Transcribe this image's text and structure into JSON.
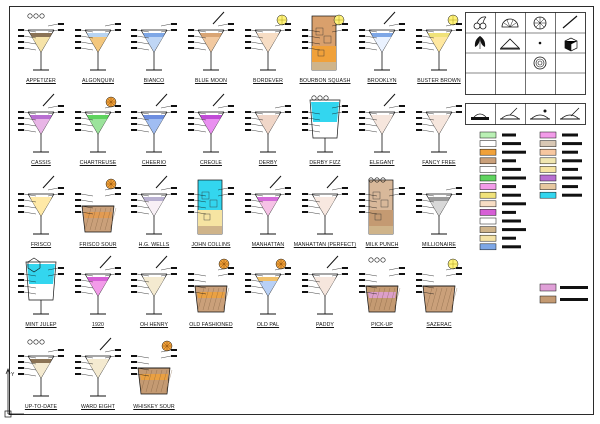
{
  "drinks": [
    {
      "name": "APPETIZER",
      "type": "martini",
      "liquid": "#f6e3a8",
      "top": "#8b7355",
      "garnish": "berries"
    },
    {
      "name": "ALGONQUIN",
      "type": "martini",
      "liquid": "#f3c77d",
      "top": "#b8d4f1",
      "garnish": "none"
    },
    {
      "name": "BIANCO",
      "type": "martini",
      "liquid": "#bfd6f5",
      "top": "#7ea7e6",
      "garnish": "none"
    },
    {
      "name": "BLUE MOON",
      "type": "martini",
      "liquid": "#f2c9a0",
      "top": "#d9a575",
      "garnish": "straw"
    },
    {
      "name": "BORDEVER",
      "type": "martini",
      "liquid": "#f7ddc4",
      "top": "#f7ddc4",
      "garnish": "lemon"
    },
    {
      "name": "BOURBON SQUASH",
      "type": "collins",
      "liquid": "#d9a06c",
      "top": "#f0a13a",
      "garnish": "lemon"
    },
    {
      "name": "BROOKLYN",
      "type": "martini",
      "liquid": "#eaf2ff",
      "top": "#7ea7e6",
      "garnish": "straw"
    },
    {
      "name": "BUSTER BROWN",
      "type": "martini",
      "liquid": "#ffe8a0",
      "top": "#f0e27a",
      "garnish": "lemon"
    },
    {
      "name": "CASSIS",
      "type": "martini",
      "liquid": "#e8b5e6",
      "top": "#b86fd1",
      "garnish": "straw"
    },
    {
      "name": "CHARTREUSE",
      "type": "martini",
      "liquid": "#9be39b",
      "top": "#5fd35f",
      "garnish": "orange"
    },
    {
      "name": "CHEERIO",
      "type": "martini",
      "liquid": "#a0bdf2",
      "top": "#6d8ee0",
      "garnish": "straw"
    },
    {
      "name": "CREOLE",
      "type": "martini",
      "liquid": "#e98ff0",
      "top": "#c04bd6",
      "garnish": "straw"
    },
    {
      "name": "DERBY",
      "type": "martini",
      "liquid": "#f0d6c8",
      "top": "#f0d6c8",
      "garnish": "none"
    },
    {
      "name": "DERBY FIZZ",
      "type": "highball",
      "liquid": "#33d6ef",
      "top": "#33d6ef",
      "garnish": "berries"
    },
    {
      "name": "ELEGANT",
      "type": "martini",
      "liquid": "#f6e6dd",
      "top": "#f6e6dd",
      "garnish": "straw"
    },
    {
      "name": "FANCY FREE",
      "type": "martini",
      "liquid": "#f6e6dd",
      "top": "#f6e6dd",
      "garnish": "none"
    },
    {
      "name": "FRISCO",
      "type": "martini",
      "liquid": "#ffe9a6",
      "top": "#ffe9a6",
      "garnish": "straw"
    },
    {
      "name": "FRISCO SOUR",
      "type": "rocks",
      "liquid": "#caa07a",
      "top": "#e59a4c",
      "garnish": "orange"
    },
    {
      "name": "H.G. WELLS",
      "type": "martini",
      "liquid": "#f8f0f6",
      "top": "#b8b0d0",
      "garnish": "straw"
    },
    {
      "name": "JOHN COLLINS",
      "type": "collins",
      "liquid": "#33d6ef",
      "top": "#f6e4a2",
      "garnish": "none"
    },
    {
      "name": "MANHATTAN",
      "type": "martini",
      "liquid": "#f6c2e6",
      "top": "#d46bd9",
      "garnish": "straw"
    },
    {
      "name": "MANHATTAN (PERFECT)",
      "type": "martini",
      "liquid": "#f8e8e0",
      "top": "#f8e8e0",
      "garnish": "straw"
    },
    {
      "name": "MILK PUNCH",
      "type": "collins",
      "liquid": "#d8b89a",
      "top": "#c49a72",
      "garnish": "berries"
    },
    {
      "name": "MILLIONAIRE",
      "type": "martini",
      "liquid": "#d8d8d8",
      "top": "#9a9a9a",
      "garnish": "none"
    },
    {
      "name": "MINT JULEP",
      "type": "highball",
      "liquid": "#33d6ef",
      "top": "#33d6ef",
      "garnish": "ice"
    },
    {
      "name": "1920",
      "type": "martini",
      "liquid": "#f29be9",
      "top": "#d65fd6",
      "garnish": "straw"
    },
    {
      "name": "OH HENRY",
      "type": "martini",
      "liquid": "#f4ead0",
      "top": "#f4ead0",
      "garnish": "straw"
    },
    {
      "name": "OLD FASHIONED",
      "type": "rocks",
      "liquid": "#caa07a",
      "top": "#f0a13a",
      "garnish": "orange"
    },
    {
      "name": "OLD PAL",
      "type": "martini",
      "liquid": "#b8d0f6",
      "top": "#f0c06a",
      "garnish": "orange"
    },
    {
      "name": "PADDY",
      "type": "martini",
      "liquid": "#f6e6dd",
      "top": "#f6e6dd",
      "garnish": "straw"
    },
    {
      "name": "PICK-UP",
      "type": "rocks",
      "liquid": "#c49a72",
      "top": "#e0a0d8",
      "garnish": "berries"
    },
    {
      "name": "SAZERAC",
      "type": "rocks",
      "liquid": "#caa07a",
      "top": "#caa07a",
      "garnish": "lemon"
    },
    {
      "name": "UP-TO-DATE",
      "type": "martini",
      "liquid": "#f4ead0",
      "top": "#8b7355",
      "garnish": "berries"
    },
    {
      "name": "WARD EIGHT",
      "type": "martini",
      "liquid": "#f4ead0",
      "top": "#f4ead0",
      "garnish": "straw"
    },
    {
      "name": "WHISKEY SOUR",
      "type": "rocks",
      "liquid": "#c49a72",
      "top": "#f0a13a",
      "garnish": "orange"
    }
  ],
  "legend_colors_left": [
    "#b9f0b4",
    "#ffffff",
    "#f0a13a",
    "#caa07a",
    "#ffffff",
    "#5fd35f",
    "#f29be9",
    "#f0e27a",
    "#f7ddc4",
    "#d65fd6",
    "#ffffff",
    "#cfb48a",
    "#f4e2a6",
    "#7ea7e6"
  ],
  "legend_colors_right": [
    "#f29be9",
    "#d8c7b4",
    "#f7c7a0",
    "#f0e6b0",
    "#f6e4a2",
    "#b86fd1",
    "#e6c8a0",
    "#33d6ef"
  ],
  "legend_colors_extra": [
    "#e0a0d8",
    "#c49a72"
  ]
}
